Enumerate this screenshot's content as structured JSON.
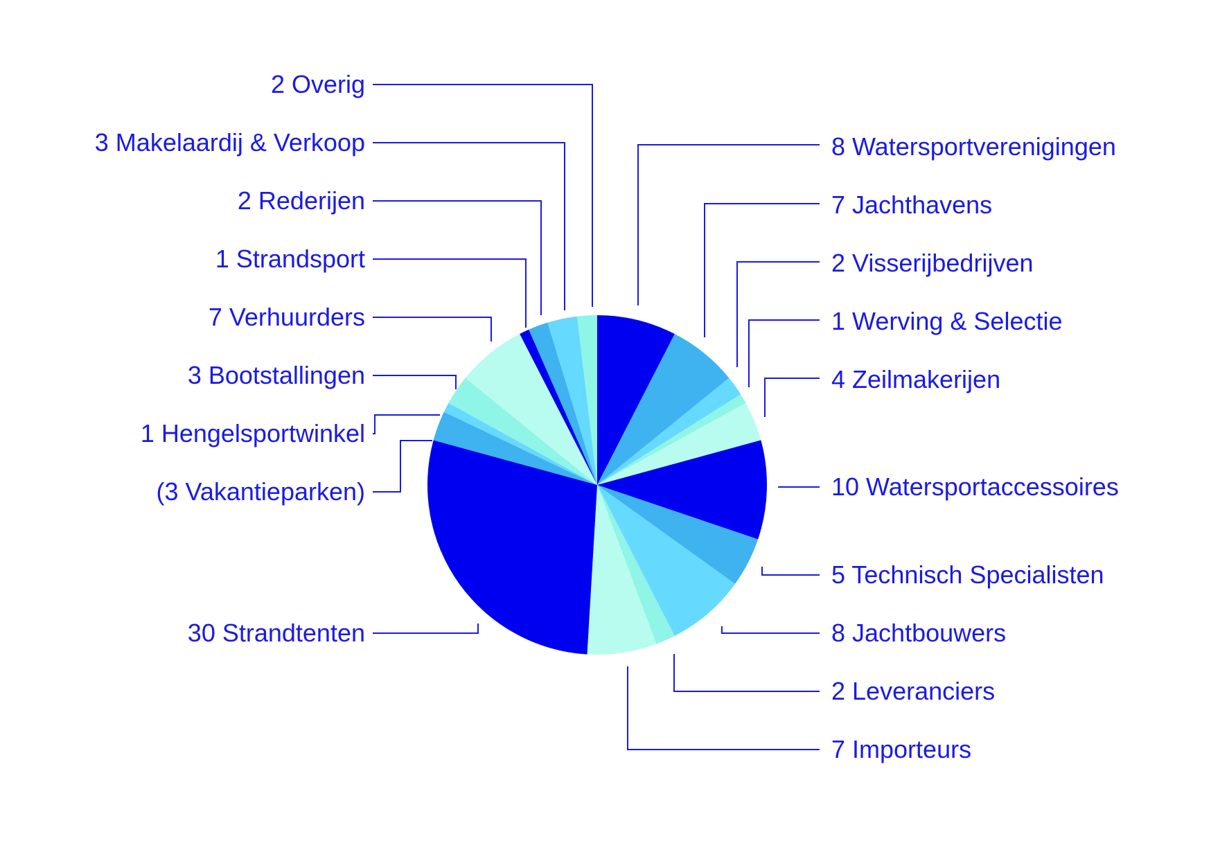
{
  "chart_data": {
    "type": "pie",
    "title": "",
    "start_angle_deg": 0,
    "direction": "clockwise",
    "series": [
      {
        "label": "8 Watersportverenigingen",
        "value": 8,
        "color": "#0000f0"
      },
      {
        "label": "7 Jachthavens",
        "value": 7,
        "color": "#3fb2f0"
      },
      {
        "label": "2 Visserijbedrijven",
        "value": 2,
        "color": "#66d9ff"
      },
      {
        "label": "1 Werving & Selectie",
        "value": 1,
        "color": "#8ff5e6"
      },
      {
        "label": "4 Zeilmakerijen",
        "value": 4,
        "color": "#b8fcf0"
      },
      {
        "label": "10 Watersportaccessoires",
        "value": 10,
        "color": "#0000f0"
      },
      {
        "label": "5 Technisch Specialisten",
        "value": 5,
        "color": "#3fb2f0"
      },
      {
        "label": "8 Jachtbouwers",
        "value": 8,
        "color": "#66d9ff"
      },
      {
        "label": "2 Leveranciers",
        "value": 2,
        "color": "#8ff5e6"
      },
      {
        "label": "7 Importeurs",
        "value": 7,
        "color": "#b8fcf0"
      },
      {
        "label": "30 Strandtenten",
        "value": 30,
        "color": "#0000f0"
      },
      {
        "label": "(3 Vakantieparken)",
        "value": 3,
        "color": "#3fb2f0"
      },
      {
        "label": "1 Hengelsportwinkel",
        "value": 1,
        "color": "#66d9ff"
      },
      {
        "label": "3 Bootstallingen",
        "value": 3,
        "color": "#8ff5e6"
      },
      {
        "label": "7 Verhuurders",
        "value": 7,
        "color": "#b8fcf0"
      },
      {
        "label": "1 Strandsport",
        "value": 1,
        "color": "#0000f0"
      },
      {
        "label": "2 Rederijen",
        "value": 2,
        "color": "#3fb2f0"
      },
      {
        "label": "3 Makelaardij & Verkoop",
        "value": 3,
        "color": "#66d9ff"
      },
      {
        "label": "2 Overig",
        "value": 2,
        "color": "#8ff5e6"
      }
    ],
    "label_color": "#1a1ae6"
  }
}
